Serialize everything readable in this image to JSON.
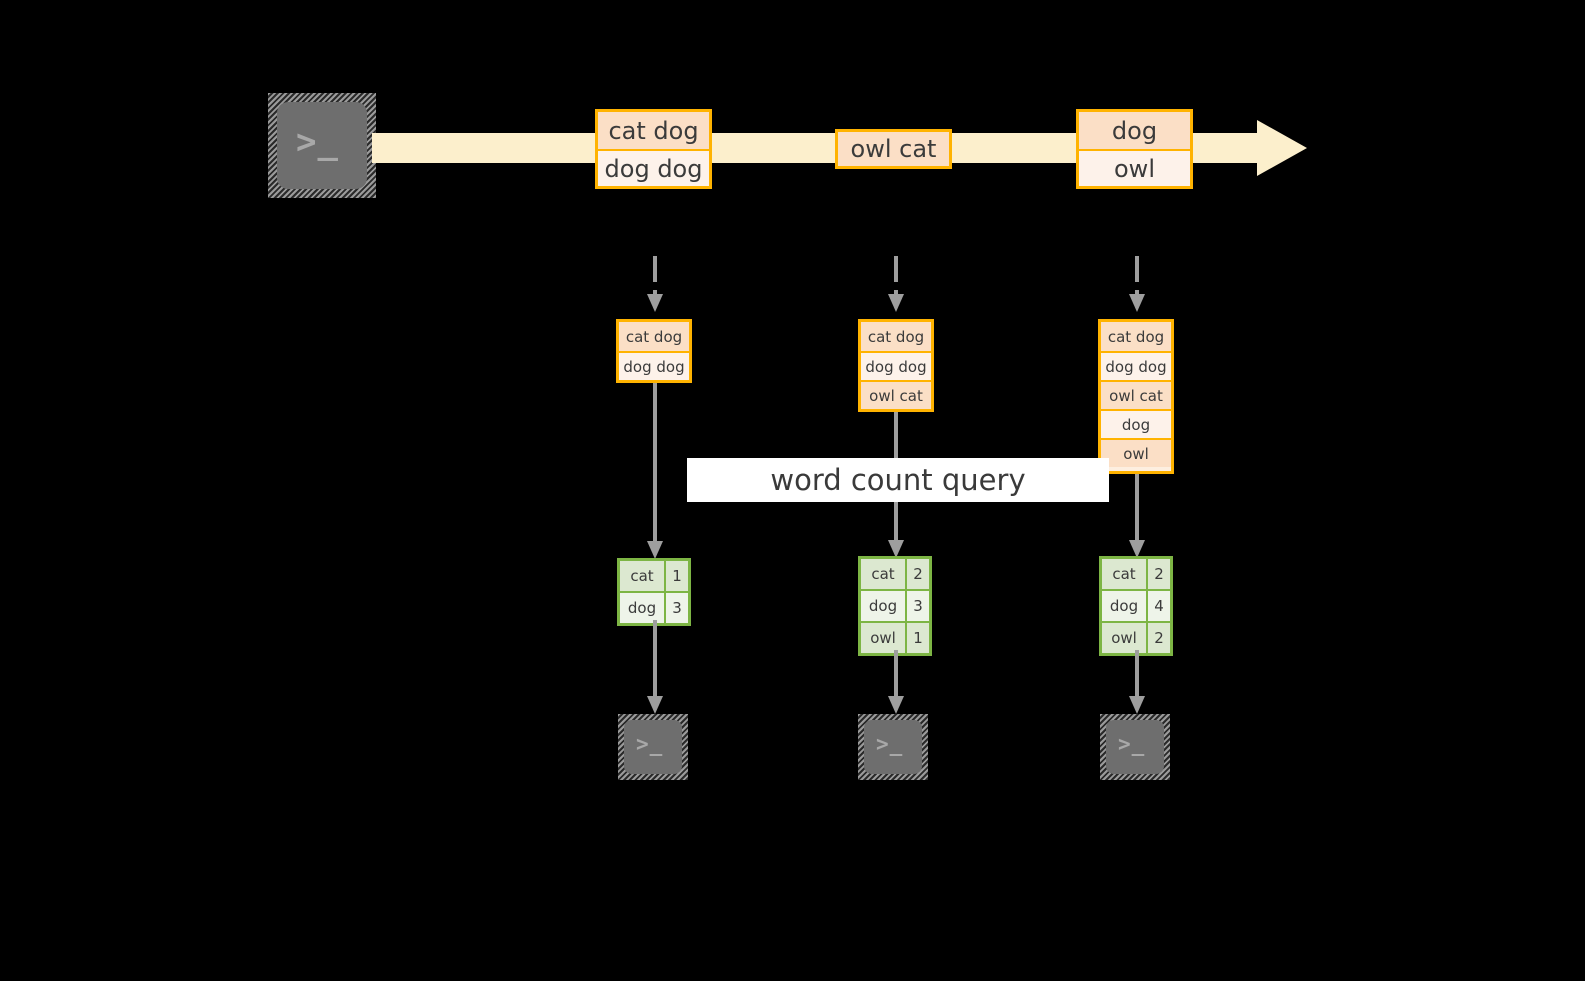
{
  "colors": {
    "background": "#000000",
    "stream_band": "#FCEFCC",
    "record_border": "#FFB300",
    "record_fill_dark": "#FBDFC6",
    "record_fill_light": "#FDF2EA",
    "result_border": "#7DB544",
    "result_fill_dark": "#DCE8D0",
    "result_fill_light": "#EEF4E9",
    "connector": "#9E9E9E",
    "terminal_fill": "#6E6E6E",
    "banner_fill": "#FFFFFF"
  },
  "source": {
    "icon": "terminal-icon",
    "glyph": ">_"
  },
  "stream": {
    "icon": "right-arrow-icon",
    "records": [
      {
        "name": "stream-record-1",
        "lines": [
          {
            "text": "cat dog",
            "shade": "dark"
          },
          {
            "text": "dog dog",
            "shade": "light"
          }
        ]
      },
      {
        "name": "stream-record-2",
        "lines": [
          {
            "text": "owl cat",
            "shade": "dark"
          }
        ]
      },
      {
        "name": "stream-record-3",
        "lines": [
          {
            "text": "dog",
            "shade": "dark"
          },
          {
            "text": "owl",
            "shade": "light"
          }
        ]
      }
    ]
  },
  "query": {
    "label": "word count query"
  },
  "columns": [
    {
      "name": "snapshot-1",
      "input_table": {
        "rows": [
          {
            "text": "cat dog",
            "shade": "dark"
          },
          {
            "text": "dog dog",
            "shade": "light"
          }
        ]
      },
      "result_table": {
        "rows": [
          {
            "word": "cat",
            "count": "1",
            "shade": "dark"
          },
          {
            "word": "dog",
            "count": "3",
            "shade": "light"
          }
        ]
      },
      "sink": {
        "icon": "terminal-icon",
        "glyph": ">_"
      }
    },
    {
      "name": "snapshot-2",
      "input_table": {
        "rows": [
          {
            "text": "cat dog",
            "shade": "dark"
          },
          {
            "text": "dog dog",
            "shade": "light"
          },
          {
            "text": "owl cat",
            "shade": "dark"
          }
        ]
      },
      "result_table": {
        "rows": [
          {
            "word": "cat",
            "count": "2",
            "shade": "dark"
          },
          {
            "word": "dog",
            "count": "3",
            "shade": "light"
          },
          {
            "word": "owl",
            "count": "1",
            "shade": "dark"
          }
        ]
      },
      "sink": {
        "icon": "terminal-icon",
        "glyph": ">_"
      }
    },
    {
      "name": "snapshot-3",
      "input_table": {
        "rows": [
          {
            "text": "cat dog",
            "shade": "dark"
          },
          {
            "text": "dog dog",
            "shade": "light"
          },
          {
            "text": "owl cat",
            "shade": "dark"
          },
          {
            "text": "dog",
            "shade": "light"
          },
          {
            "text": "owl",
            "shade": "dark"
          }
        ]
      },
      "result_table": {
        "rows": [
          {
            "word": "cat",
            "count": "2",
            "shade": "dark"
          },
          {
            "word": "dog",
            "count": "4",
            "shade": "light"
          },
          {
            "word": "owl",
            "count": "2",
            "shade": "dark"
          }
        ]
      },
      "sink": {
        "icon": "terminal-icon",
        "glyph": ">_"
      }
    }
  ]
}
